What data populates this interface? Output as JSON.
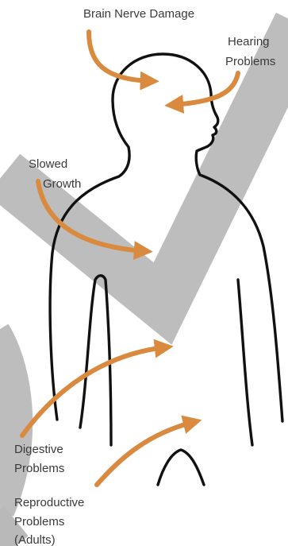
{
  "colors": {
    "outline": "#111111",
    "arrow": "#d98a3e",
    "watermark": "#b9b9b9",
    "label": "#3a3a3a",
    "background": "#ffffff"
  },
  "labels": {
    "brain": "Brain Nerve Damage",
    "hearing_line1": "Hearing",
    "hearing_line2": "Problems",
    "growth_line1": "Slowed",
    "growth_line2": "Growth",
    "digestive_line1": "Digestive",
    "digestive_line2": "Problems",
    "reproductive_line1": "Reproductive",
    "reproductive_line2": "Problems",
    "reproductive_line3": "(Adults)"
  },
  "icons": [
    "checkmark-watermark",
    "body-outline",
    "pointer-arrow"
  ]
}
